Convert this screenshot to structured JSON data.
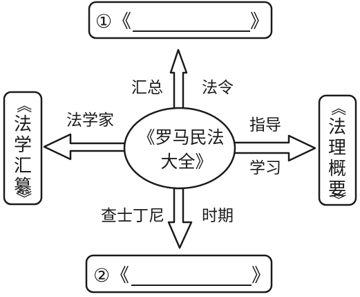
{
  "center": {
    "line1": "《罗马民法",
    "line2": "大全》"
  },
  "top_box": {
    "number": "①",
    "open_bracket": "《",
    "blank": "",
    "close_bracket": "》"
  },
  "bottom_box": {
    "number": "②",
    "open_bracket": "《",
    "blank": "",
    "close_bracket": "》"
  },
  "left_box": {
    "open_bracket": "《",
    "chars": [
      "法",
      "学",
      "汇",
      "纂"
    ],
    "close_bracket": "》"
  },
  "right_box": {
    "open_bracket": "《",
    "chars": [
      "法",
      "理",
      "概",
      "要"
    ],
    "close_bracket": "》"
  },
  "labels": {
    "up_left": "汇总",
    "up_right": "法令",
    "left_top": "法学家",
    "right_top": "指导",
    "right_bottom": "学习",
    "down_left": "查士丁尼",
    "down_right": "时期"
  },
  "colors": {
    "ink": "#1a1a1a",
    "background": "#ffffff"
  }
}
